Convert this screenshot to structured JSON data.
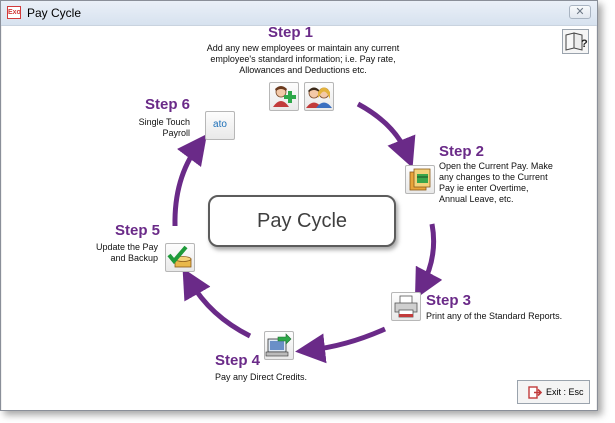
{
  "window": {
    "title": "Pay Cycle",
    "app_icon_text": "Exo",
    "close_glyph": "✕"
  },
  "center": {
    "label": "Pay Cycle"
  },
  "steps": [
    {
      "title": "Step 1",
      "desc": [
        "Add any new employees or maintain any current",
        "employee's standard information; i.e. Pay rate,",
        "Allowances and Deductions etc."
      ],
      "icons": [
        "add-employee-icon",
        "maintain-employees-icon"
      ]
    },
    {
      "title": "Step 2",
      "desc": [
        "Open the Current Pay. Make",
        "any changes to the Current",
        "Pay ie enter Overtime,",
        "Annual Leave, etc."
      ],
      "icons": [
        "current-pay-icon"
      ]
    },
    {
      "title": "Step 3",
      "desc": [
        "Print any of the Standard Reports."
      ],
      "icons": [
        "printer-icon"
      ]
    },
    {
      "title": "Step 4",
      "desc": [
        "Pay any Direct Credits."
      ],
      "icons": [
        "direct-credits-icon"
      ]
    },
    {
      "title": "Step 5",
      "desc": [
        "Update the Pay",
        "and Backup"
      ],
      "icons": [
        "update-pay-icon"
      ]
    },
    {
      "title": "Step 6",
      "desc": [
        "Single Touch",
        "Payroll"
      ],
      "icons": [
        "ato-icon"
      ],
      "ato_text": "ato"
    }
  ],
  "exit": {
    "label": "Exit : Esc",
    "icon": "exit-icon"
  },
  "help": {
    "icon": "help-book-icon"
  },
  "colors": {
    "arrow": "#6a2a88",
    "step_title": "#6a2a88"
  }
}
